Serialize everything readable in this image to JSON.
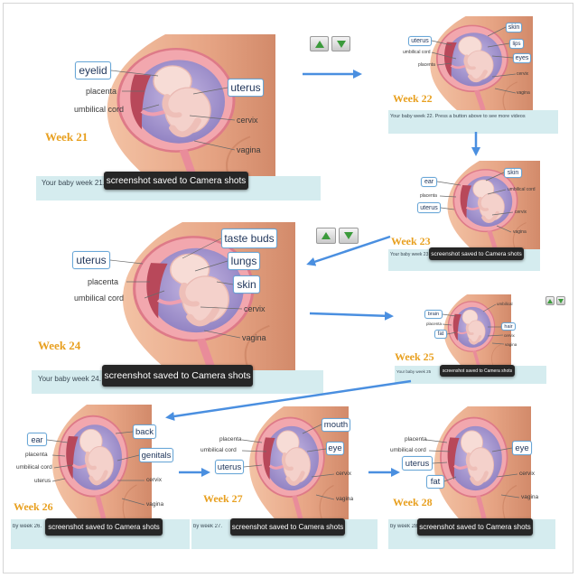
{
  "toast_text": "screenshot saved to Camera shots",
  "panels": [
    {
      "week": "Week 21",
      "caption": "Your baby week 21. P",
      "labels": [
        "eyelid",
        "placenta",
        "umbilical cord",
        "uterus",
        "cervix",
        "vagina"
      ]
    },
    {
      "week": "Week 22",
      "caption": "Your baby week 22. Press a button above to see more videos",
      "labels": [
        "uterus",
        "umbilical cord",
        "placenta",
        "skin",
        "lips",
        "eyes",
        "cervix",
        "vagina"
      ]
    },
    {
      "week": "Week 23",
      "caption": "Your baby week 23",
      "labels": [
        "ear",
        "placenta",
        "uterus",
        "skin",
        "umbilical cord",
        "cervix",
        "vagina"
      ]
    },
    {
      "week": "Week 24",
      "caption": "Your baby week 24.",
      "labels": [
        "uterus",
        "placenta",
        "umbilical cord",
        "taste buds",
        "lungs",
        "skin",
        "cervix",
        "vagina"
      ]
    },
    {
      "week": "Week 25",
      "caption": "Your baby week 25",
      "labels": [
        "brain",
        "placenta",
        "fat",
        "umbilical",
        "hair",
        "cervix",
        "vagina"
      ]
    },
    {
      "week": "Week 26",
      "caption": "by week 26.",
      "labels": [
        "ear",
        "placenta",
        "umbilical cord",
        "uterus",
        "back",
        "genitals",
        "cervix",
        "vagina"
      ]
    },
    {
      "week": "Week 27",
      "caption": "by week 27.",
      "labels": [
        "placenta",
        "umbilical cord",
        "uterus",
        "mouth",
        "eye",
        "cervix",
        "vagina"
      ]
    },
    {
      "week": "Week 28",
      "caption": "by week 28.",
      "labels": [
        "placenta",
        "umbilical cord",
        "uterus",
        "fat",
        "eye",
        "cervix",
        "vagina"
      ]
    }
  ],
  "colors": {
    "week_label": "#e8a020",
    "flow_arrow": "#4a8fe0",
    "caption_bar": "#d5ecef",
    "toast_bg": "#262626",
    "label_border": "#6aa8d8",
    "nav_triangle": "#3b9a3b"
  },
  "icons": {
    "nav_up": "green-up-triangle-icon",
    "nav_down": "green-down-triangle-icon",
    "flow_arrow": "blue-arrow-icon"
  }
}
